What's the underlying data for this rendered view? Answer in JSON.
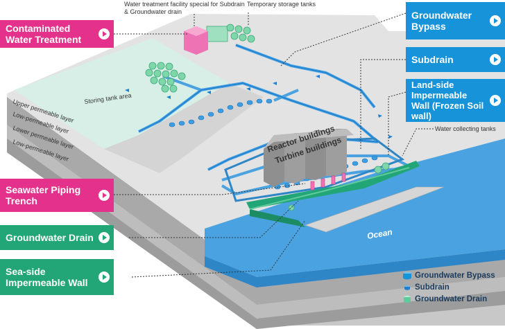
{
  "callouts": {
    "contaminated": {
      "label": "Contaminated Water Treatment",
      "color": "#e4318c"
    },
    "groundwater_bypass": {
      "label": "Groundwater Bypass",
      "color": "#1793d9"
    },
    "subdrain": {
      "label": "Subdrain",
      "color": "#1793d9"
    },
    "landside_wall": {
      "label": "Land-side Impermeable Wall (Frozen Soil wall)",
      "color": "#1793d9"
    },
    "seawater_trench": {
      "label": "Seawater Piping Trench",
      "color": "#e4318c"
    },
    "groundwater_drain": {
      "label": "Groundwater Drain",
      "color": "#22a678"
    },
    "seaside_wall": {
      "label": "Sea-side Impermeable Wall",
      "color": "#22a678"
    }
  },
  "labels": {
    "water_treatment_facility": "Water treatment facility special for Subdrain & Groundwater drain",
    "temporary_storage": "Temporary storage tanks",
    "water_collecting": "Water collecting tanks",
    "storing_tank_area": "Storing tank area",
    "reactor_buildings": "Reactor buildings",
    "turbine_buildings": "Turbine buildings",
    "ocean": "Ocean"
  },
  "layers": [
    "Upper permeable layer",
    "Low-permeable layer",
    "Lower permeable layer",
    "Low-permeable layer"
  ],
  "legend": [
    {
      "label": "Groundwater Bypass",
      "icon": "large-blue-tank-icon",
      "color": "#1793d9"
    },
    {
      "label": "Subdrain",
      "icon": "small-blue-tank-icon",
      "color": "#1f7fd0"
    },
    {
      "label": "Groundwater Drain",
      "icon": "green-tank-icon",
      "color": "#5fcb9a"
    }
  ]
}
